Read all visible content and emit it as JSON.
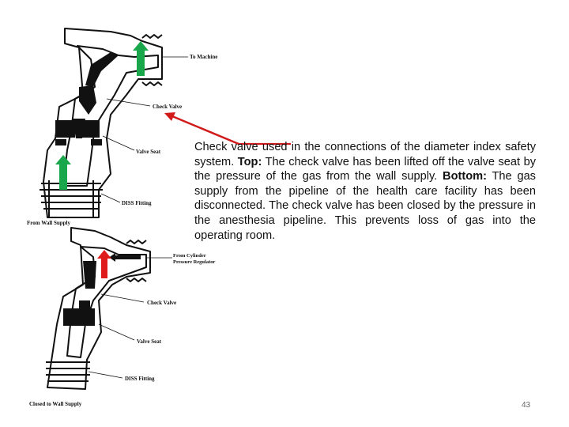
{
  "labels_top": {
    "to_machine": "To Machine",
    "check_valve": "Check Valve",
    "valve_seat": "Valve Seat",
    "diss_fitting": "DISS Fitting",
    "from_wall_supply": "From Wall Supply"
  },
  "labels_bottom": {
    "from_cylinder_line1": "From Cylinder",
    "from_cylinder_line2": "Pressure Regulator",
    "check_valve": "Check Valve",
    "valve_seat": "Valve Seat",
    "diss_fitting": "DISS Fitting",
    "closed_to_wall_supply": "Closed to Wall Supply"
  },
  "caption": {
    "intro": "Check valve used in the connections of the diameter index safety system. ",
    "top_label": "Top:",
    "top_text": " The check valve has been lifted off the valve seat by the pressure of the gas from the wall supply. ",
    "bottom_label": "Bottom:",
    "bottom_text": " The gas supply from the pipeline of the health care facility has been disconnected. The check valve has been closed by the pressure in the anesthesia pipeline. This prevents loss of gas into the operating room."
  },
  "page_number": "43",
  "colors": {
    "flow_arrow_green": "#1aa64a",
    "flow_arrow_red": "#e01b1b",
    "pointer_arrow": "#d11a1a"
  }
}
